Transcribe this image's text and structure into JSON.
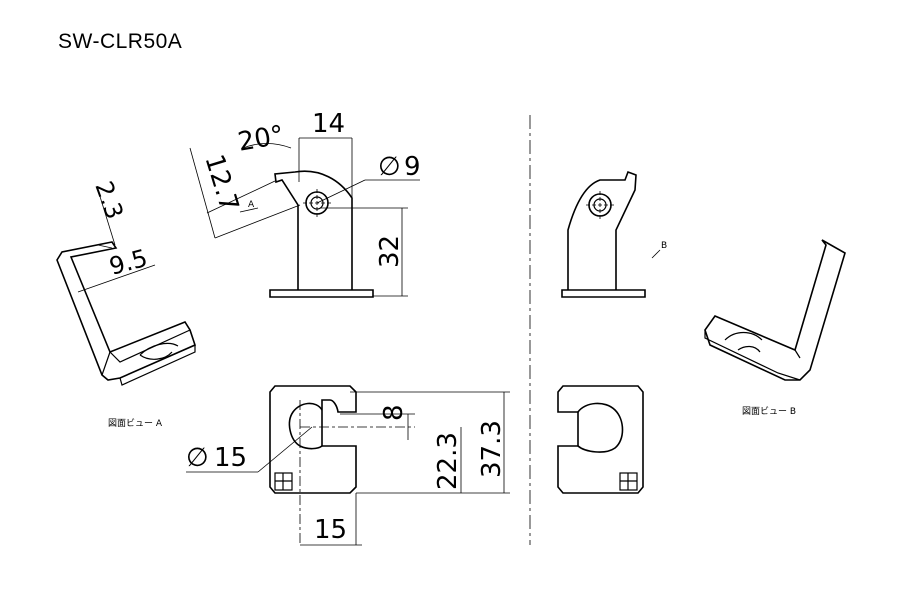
{
  "drawing": {
    "title": "SW-CLR50A",
    "dimensions": {
      "angle": "20°",
      "width_top": "14",
      "slant_len": "12.7",
      "hole_dia": "9",
      "height": "32",
      "flange_t": "2.3",
      "flange_w": "9.5",
      "slot_offset": "8",
      "slot_height": "22.3",
      "total_height": "37.3",
      "slot_dia": "15",
      "slot_width": "15"
    },
    "symbols": {
      "diameter": "∅"
    },
    "views": {
      "arrow_a": "A",
      "arrow_b": "B",
      "label_a": "図面ビュー A",
      "label_b": "図面ビュー B"
    }
  }
}
